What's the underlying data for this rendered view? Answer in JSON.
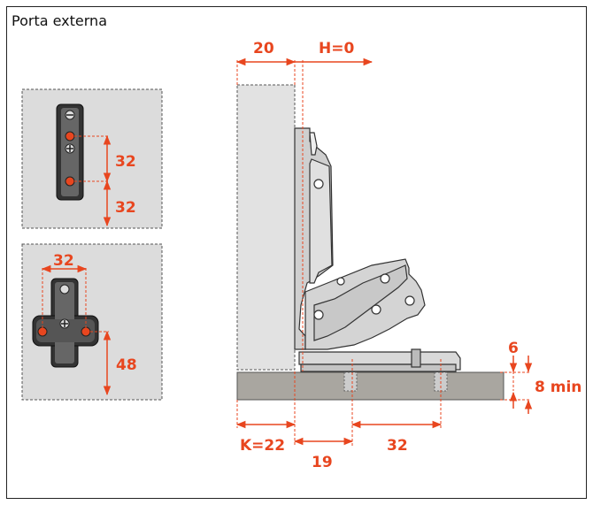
{
  "title": "Porta externa",
  "colors": {
    "accent": "#e8461f",
    "panel": "#dcdcdc",
    "door": "#e2e2e2",
    "carcass": "#a9a6a0",
    "hinge": "#cfcfcf"
  },
  "top_panel": {
    "dim_a": "32",
    "dim_b": "32"
  },
  "bottom_panel": {
    "dim_top": "32",
    "dim_side": "48"
  },
  "main": {
    "door_thickness": "20",
    "overlay": "H=0",
    "gap": "6",
    "min_thickness": "8 min",
    "k_value": "K=22",
    "offset": "19",
    "spacing": "32"
  }
}
